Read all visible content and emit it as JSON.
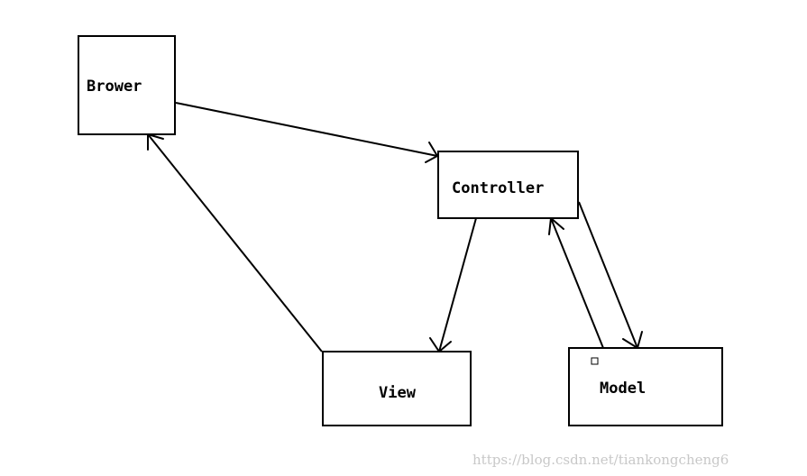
{
  "diagram": {
    "nodes": [
      {
        "id": "brower",
        "label": "Brower"
      },
      {
        "id": "controller",
        "label": "Controller"
      },
      {
        "id": "view",
        "label": "View"
      },
      {
        "id": "model",
        "label": "Model"
      }
    ],
    "edges": [
      {
        "from": "brower",
        "to": "controller"
      },
      {
        "from": "controller",
        "to": "view"
      },
      {
        "from": "controller",
        "to": "model"
      },
      {
        "from": "model",
        "to": "controller"
      },
      {
        "from": "view",
        "to": "brower"
      }
    ]
  },
  "watermark": {
    "text": "https://blog.csdn.net/tiankongcheng6"
  }
}
